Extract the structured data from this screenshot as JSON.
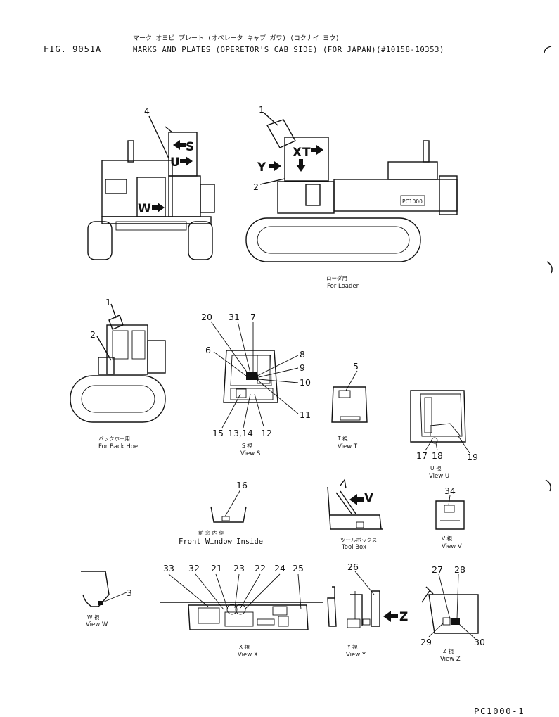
{
  "header": {
    "fig_no": "FIG. 9051A",
    "title_jp": "マーク オヨビ プレート (オペレータ キャブ ガワ) (コクナイ ヨウ)",
    "title_en": "MARKS AND PLATES (OPERETOR'S CAB SIDE) (FOR JAPAN)(#10158-10353)"
  },
  "main_view": {
    "arrow_labels": [
      "S",
      "U",
      "X",
      "T",
      "Y",
      "W"
    ],
    "model_plate": "PC1000"
  },
  "callouts": {
    "main_front": [
      "4"
    ],
    "main_side": [
      "1",
      "2"
    ],
    "back_hoe": [
      "1",
      "2"
    ],
    "view_s": [
      "20",
      "31",
      "7",
      "6",
      "8",
      "9",
      "10",
      "11",
      "15",
      "13,14",
      "12"
    ],
    "view_t": [
      "5"
    ],
    "view_u": [
      "17",
      "18",
      "19"
    ],
    "front_window": [
      "16"
    ],
    "view_v": [
      "34"
    ],
    "view_w": [
      "3"
    ],
    "view_x": [
      "33",
      "32",
      "21",
      "23",
      "22",
      "24",
      "25"
    ],
    "view_y": [
      "26"
    ],
    "view_z": [
      "27",
      "28",
      "29",
      "30"
    ]
  },
  "view_letters": {
    "tool_box_arrow": "V",
    "view_y_arrow": "Z"
  },
  "captions": {
    "for_loader_jp": "ローダ用",
    "for_loader": "For Loader",
    "back_hoe_jp": "バックホー用",
    "back_hoe": "For Back Hoe",
    "view_s_jp": "S 視",
    "view_s": "View S",
    "view_t_jp": "T 視",
    "view_t": "View T",
    "view_u_jp": "U 視",
    "view_u": "View U",
    "front_window_jp": "前 窓 内 側",
    "front_window": "Front Window Inside",
    "tool_box_jp": "ツールボックス",
    "tool_box": "Tool Box",
    "view_v_jp": "V 視",
    "view_v": "View V",
    "view_w_jp": "W 視",
    "view_w": "View W",
    "view_x_jp": "X 視",
    "view_x": "View X",
    "view_y_jp": "Y 視",
    "view_y": "View Y",
    "view_z_jp": "Z 視",
    "view_z": "View Z"
  },
  "footer": {
    "page_code": "PC1000-1"
  }
}
